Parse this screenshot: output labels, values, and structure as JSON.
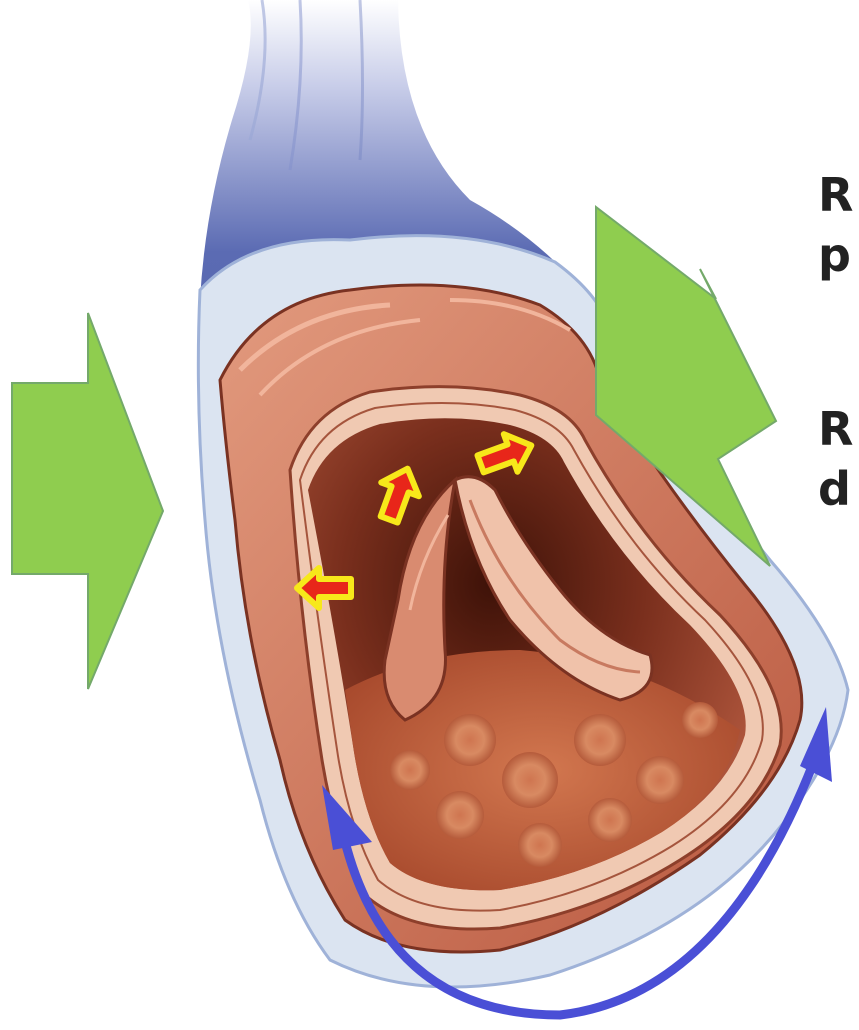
{
  "side_text": {
    "line1": "R",
    "line2": "p",
    "line3": "R",
    "line4": "d"
  },
  "colors": {
    "external_pressure_arrow": "#8fcd4f",
    "dilation_arrow_fill": "#e8261a",
    "dilation_arrow_outline": "#f7e81a",
    "circumference_arrow": "#4a4fd6",
    "vessel_outer": "#5b6bb3",
    "adventitia": "#dbe4f1",
    "media": "#c9735a",
    "lumen": "#6b2a1c"
  },
  "icons": {
    "external_pressure": "green-block-arrow",
    "dilation": "yellow-outlined-red-arrow",
    "circumference": "curved-double-arrow"
  }
}
